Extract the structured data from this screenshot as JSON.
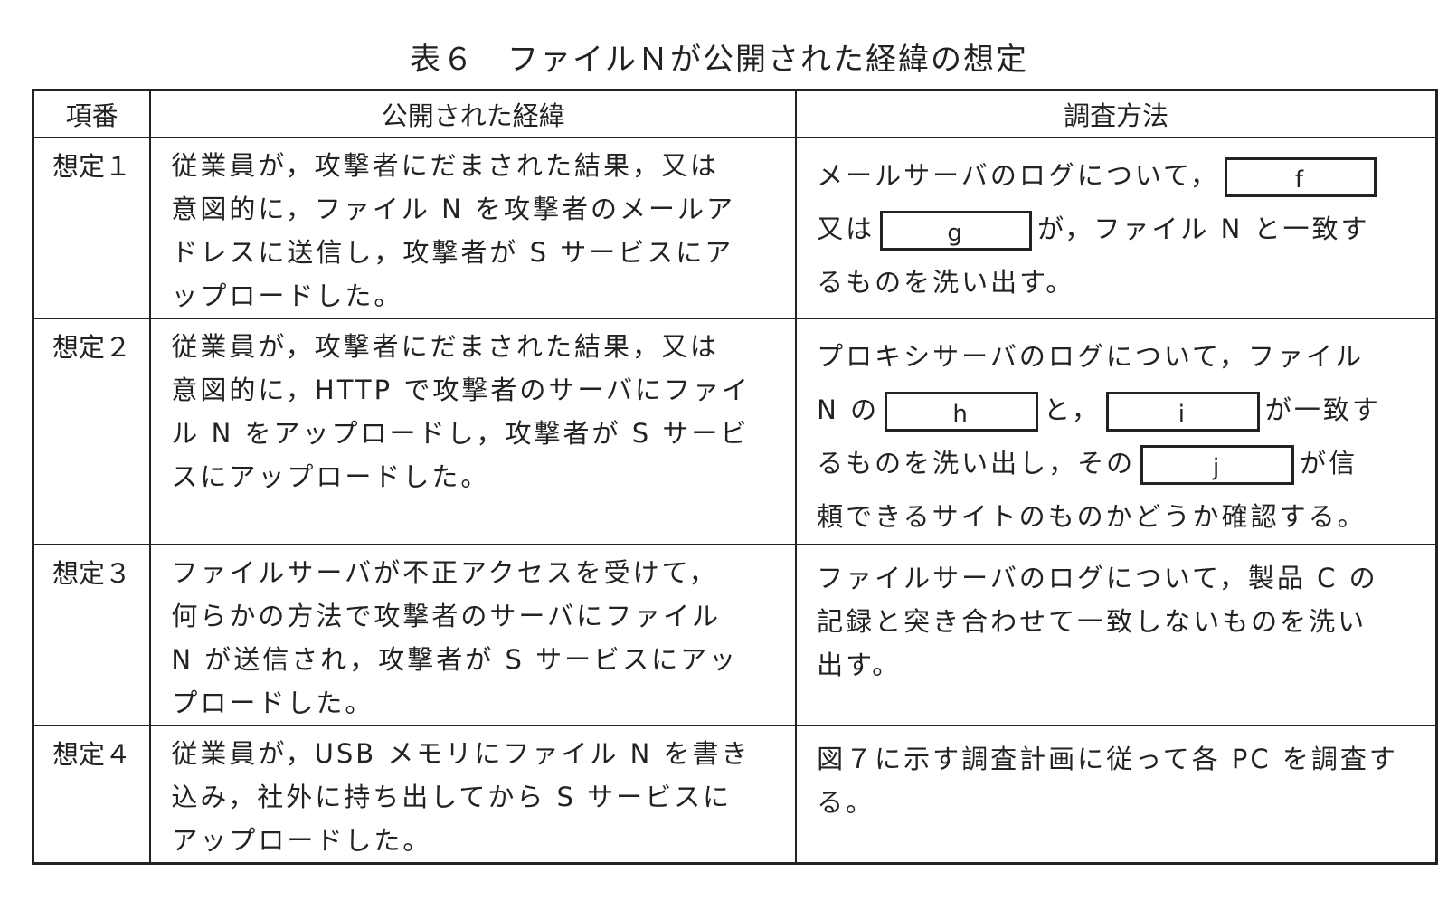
{
  "title": "表６　ファイルＮが公開された経緯の想定",
  "headers": [
    "項番",
    "公開された経緯",
    "調査方法"
  ],
  "rows": [
    {
      "num": "想定１",
      "desc": [
        "従業員が，攻撃者にだまされた結果，又は",
        "意図的に，ファイル N を攻撃者のメールア",
        "ドレスに送信し，攻撃者が S サービスにア",
        "ップロードした。"
      ],
      "method": [
        [
          {
            "t": "メールサーバのログについて，"
          },
          {
            "b": "f"
          }
        ],
        [
          {
            "t": "又は"
          },
          {
            "b": "g"
          },
          {
            "t": "が，ファイル N と一致す"
          }
        ],
        [
          {
            "t": "るものを洗い出す。"
          }
        ]
      ]
    },
    {
      "num": "想定２",
      "desc": [
        "従業員が，攻撃者にだまされた結果，又は",
        "意図的に，HTTP で攻撃者のサーバにファイ",
        "ル N をアップロードし，攻撃者が S サービ",
        "スにアップロードした。"
      ],
      "method": [
        [
          {
            "t": "プロキシサーバのログについて，ファイル"
          }
        ],
        [
          {
            "t": "N の"
          },
          {
            "b": "h"
          },
          {
            "t": "と，"
          },
          {
            "b": "i"
          },
          {
            "t": "が一致す"
          }
        ],
        [
          {
            "t": "るものを洗い出し，その"
          },
          {
            "b": "j"
          },
          {
            "t": "が信"
          }
        ],
        [
          {
            "t": "頼できるサイトのものかどうか確認する。"
          }
        ]
      ]
    },
    {
      "num": "想定３",
      "desc": [
        "ファイルサーバが不正アクセスを受けて，",
        "何らかの方法で攻撃者のサーバにファイル",
        "N が送信され，攻撃者が S サービスにアッ",
        "プロードした。"
      ],
      "method": [
        [
          {
            "t": "ファイルサーバのログについて，製品 C の"
          }
        ],
        [
          {
            "t": "記録と突き合わせて一致しないものを洗い"
          }
        ],
        [
          {
            "t": "出す。"
          }
        ]
      ]
    },
    {
      "num": "想定４",
      "desc": [
        "従業員が，USB メモリにファイル N を書き",
        "込み，社外に持ち出してから S サービスに",
        "アップロードした。"
      ],
      "method": [
        [
          {
            "t": "図７に示す調査計画に従って各 PC を調査す"
          }
        ],
        [
          {
            "t": "る。"
          }
        ]
      ]
    }
  ]
}
